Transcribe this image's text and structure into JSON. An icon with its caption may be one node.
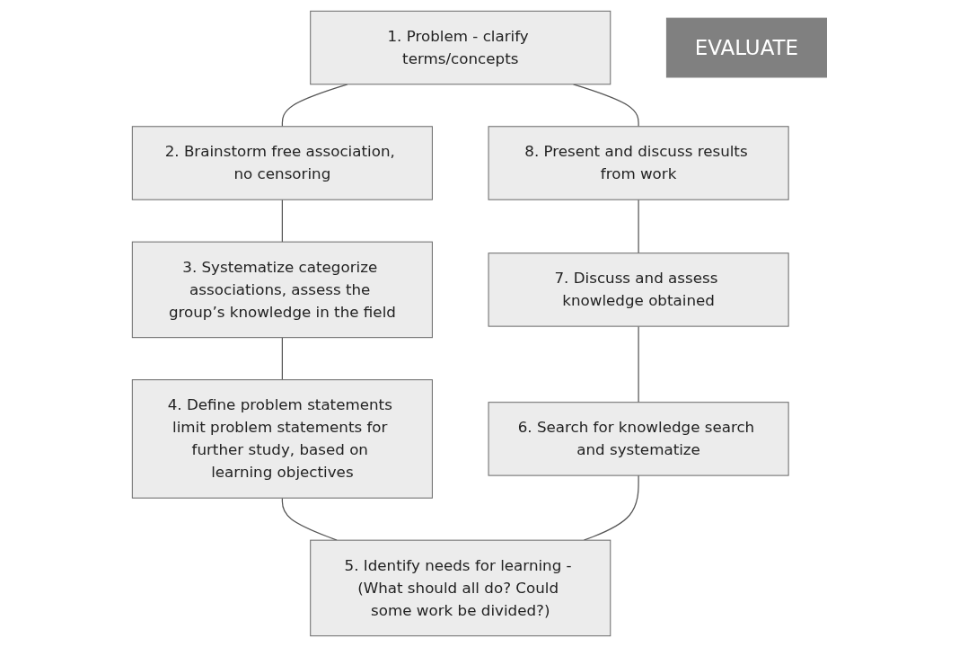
{
  "diagram": {
    "nodes": [
      {
        "text": [
          "1. Problem - clarify terms/concepts"
        ]
      },
      {
        "text": [
          "2. Brainstorm free association, no censoring"
        ]
      },
      {
        "text": [
          "3. Systematize categorize associations, assess the group’s knowledge in the field"
        ]
      },
      {
        "text": [
          "4. Define problem statements limit problem statements for further study, based on learning objectives"
        ]
      },
      {
        "text": [
          "5. Identify needs for learning - (What should all do? Could some work be divided?)"
        ]
      },
      {
        "text": [
          "6. Search for knowledge search and systematize"
        ]
      },
      {
        "text": [
          "7. Discuss and assess knowledge obtained"
        ]
      },
      {
        "text": [
          "8. Present and discuss results from work"
        ]
      },
      {
        "text": [
          "EVALUATE"
        ]
      }
    ],
    "edges": [
      {
        "from": 0,
        "to": 1,
        "arrow": "none"
      },
      {
        "from": 1,
        "to": 2,
        "arrow": "none"
      },
      {
        "from": 2,
        "to": 3,
        "arrow": "none"
      },
      {
        "from": 3,
        "to": 4,
        "arrow": "none"
      },
      {
        "from": 5,
        "to": 4,
        "arrow": "none"
      },
      {
        "from": 6,
        "to": 5,
        "arrow": "none"
      },
      {
        "from": 7,
        "to": 6,
        "arrow": "none"
      },
      {
        "from": 0,
        "to": 7,
        "arrow": "none"
      }
    ]
  }
}
